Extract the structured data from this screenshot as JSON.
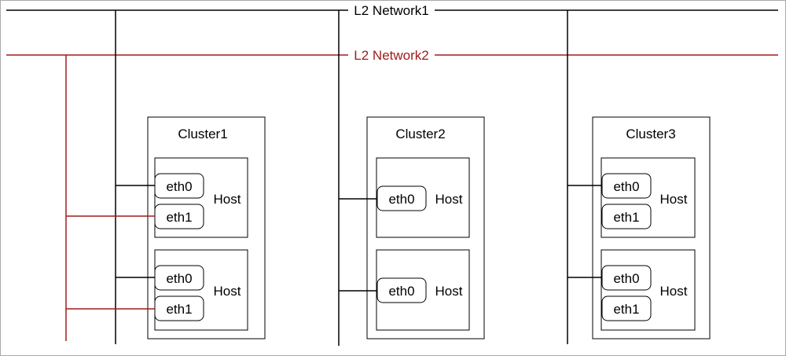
{
  "networks": {
    "l2_network1": {
      "label": "L2 Network1",
      "color": "#000000"
    },
    "l2_network2": {
      "label": "L2 Network2",
      "color": "#a21b1b"
    }
  },
  "clusters": [
    {
      "title": "Cluster1",
      "hosts": [
        {
          "label": "Host",
          "nics": [
            "eth0",
            "eth1"
          ]
        },
        {
          "label": "Host",
          "nics": [
            "eth0",
            "eth1"
          ]
        }
      ]
    },
    {
      "title": "Cluster2",
      "hosts": [
        {
          "label": "Host",
          "nics": [
            "eth0"
          ]
        },
        {
          "label": "Host",
          "nics": [
            "eth0"
          ]
        }
      ]
    },
    {
      "title": "Cluster3",
      "hosts": [
        {
          "label": "Host",
          "nics": [
            "eth0",
            "eth1"
          ]
        },
        {
          "label": "Host",
          "nics": [
            "eth0",
            "eth1"
          ]
        }
      ]
    }
  ],
  "colors": {
    "border": "#aaaaaa",
    "line": "#000000",
    "network2": "#a21b1b"
  }
}
